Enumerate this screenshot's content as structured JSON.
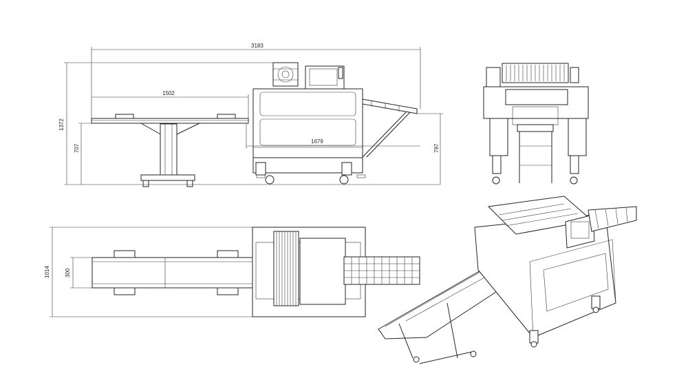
{
  "dimensions": {
    "overall_length": "3183",
    "infeed_length": "1502",
    "body_length": "1679",
    "total_height": "1372",
    "infeed_height": "707",
    "outfeed_height": "797",
    "total_width": "1014",
    "belt_width": "300"
  }
}
